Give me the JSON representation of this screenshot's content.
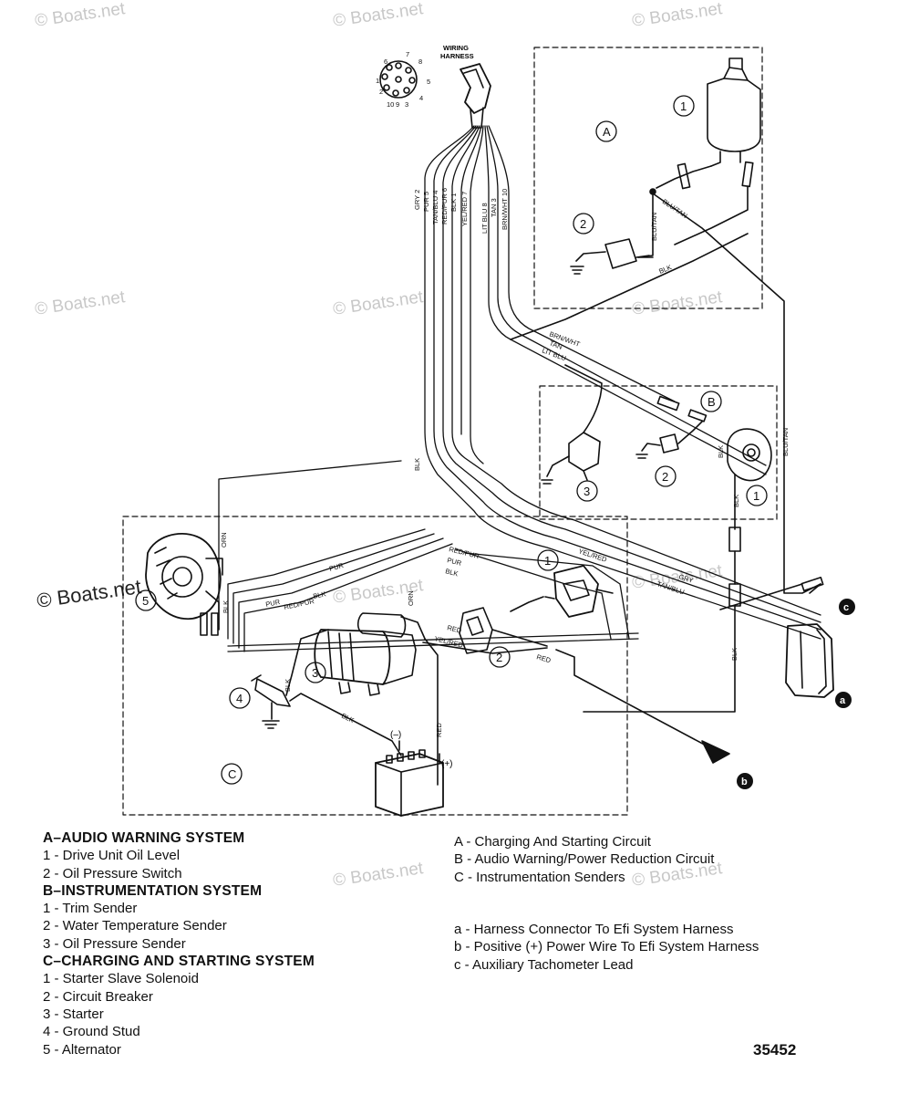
{
  "watermark": "© Boats.net",
  "harness_title_line1": "WIRING",
  "harness_title_line2": "HARNESS",
  "pin_numbers": [
    "1",
    "2",
    "3",
    "4",
    "5",
    "6",
    "7",
    "8",
    "9",
    "10"
  ],
  "harness_wires": [
    "GRY 2",
    "PUR 5",
    "TAN/BLU 4",
    "RED/PUR 6",
    "BLK 1",
    "YEL/RED 7",
    "LIT BLU 8",
    "TAN 3",
    "BRN/WHT 10"
  ],
  "wire_labels": {
    "brn_wht": "BRN/WHT",
    "tan": "TAN",
    "lit_blu": "LIT BLU",
    "blk": "BLK",
    "blu_tan": "BLU/TAN",
    "orn": "ORN",
    "pur": "PUR",
    "red_pur": "RED/PUR",
    "yel_red": "YEL/RED",
    "red": "RED",
    "gry": "GRY",
    "tan_blu": "TAN/BLU"
  },
  "callouts": {
    "box_a": "A",
    "box_b": "B",
    "box_c": "C",
    "n1": "1",
    "n2": "2",
    "n3": "3",
    "n4": "4",
    "n5": "5",
    "ext_a": "a",
    "ext_b": "b",
    "ext_c": "c",
    "neg": "(–)",
    "pos": "(+)"
  },
  "legend_left": [
    {
      "text": "A–AUDIO WARNING SYSTEM",
      "heading": true
    },
    {
      "text": "1 - Drive Unit Oil Level",
      "heading": false
    },
    {
      "text": "2 - Oil Pressure Switch",
      "heading": false
    },
    {
      "text": "B–INSTRUMENTATION SYSTEM",
      "heading": true
    },
    {
      "text": "1 - Trim Sender",
      "heading": false
    },
    {
      "text": "2 - Water Temperature Sender",
      "heading": false
    },
    {
      "text": "3 - Oil Pressure Sender",
      "heading": false
    },
    {
      "text": "C–CHARGING AND STARTING SYSTEM",
      "heading": true
    },
    {
      "text": "1 - Starter Slave Solenoid",
      "heading": false
    },
    {
      "text": "2 - Circuit Breaker",
      "heading": false
    },
    {
      "text": "3 - Starter",
      "heading": false
    },
    {
      "text": "4 - Ground Stud",
      "heading": false
    },
    {
      "text": "5 - Alternator",
      "heading": false
    }
  ],
  "legend_right_top": [
    "A - Charging And Starting Circuit",
    "B - Audio Warning/Power Reduction Circuit",
    "C - Instrumentation Senders"
  ],
  "legend_right_bottom": [
    "a - Harness Connector To Efi System Harness",
    "b - Positive (+) Power Wire To Efi System Harness",
    "c - Auxiliary Tachometer Lead"
  ],
  "figure_number": "35452"
}
